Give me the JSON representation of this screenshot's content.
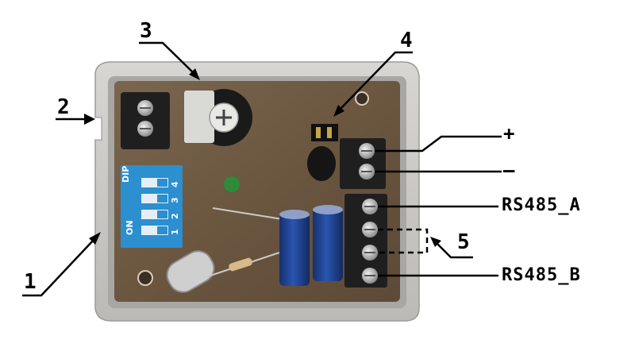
{
  "callouts": {
    "n1": "1",
    "n2": "2",
    "n3": "3",
    "n4": "4",
    "n5": "5"
  },
  "terminals": {
    "plus": "+",
    "minus": "–",
    "rs485_a": "RS485_A",
    "rs485_b": "RS485_B"
  },
  "dip_switch": {
    "marking_on": "ON",
    "marking_dip": "DIP",
    "positions": [
      "1",
      "2",
      "3",
      "4"
    ]
  },
  "colors": {
    "enclosure": "#c9c7c3",
    "pcb": "#6e5a45",
    "dip_switch": "#2b8fd0",
    "capacitor": "#1d3f8f",
    "terminal_block": "#1f1f1f",
    "led": "#2e8b3a"
  }
}
